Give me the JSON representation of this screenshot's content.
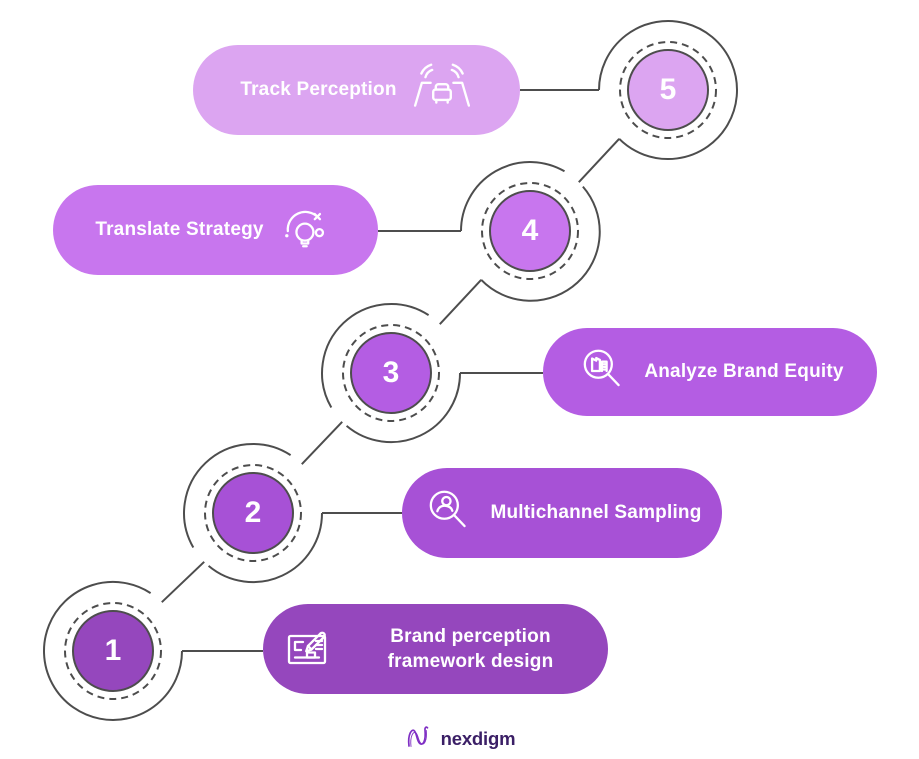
{
  "art": {
    "line_color": "#4d4d4d",
    "background": "#ffffff"
  },
  "steps": [
    {
      "number": "1",
      "label": "Brand perception framework design",
      "color": "#9547BD",
      "icon": "blueprint-pencil-icon"
    },
    {
      "number": "2",
      "label": "Multichannel Sampling",
      "color": "#A751D6",
      "icon": "magnifier-person-icon"
    },
    {
      "number": "3",
      "label": "Analyze Brand Equity",
      "color": "#B45DE3",
      "icon": "magnifier-report-icon"
    },
    {
      "number": "4",
      "label": "Translate Strategy",
      "color": "#C876EE",
      "icon": "bulb-strategy-icon"
    },
    {
      "number": "5",
      "label": "Track Perception",
      "color": "#DCA5F1",
      "icon": "car-tracking-icon"
    }
  ],
  "footer": {
    "brand": "nexdigm",
    "text_color": "#3B1F66",
    "symbol_color": "#7F2FC4"
  }
}
